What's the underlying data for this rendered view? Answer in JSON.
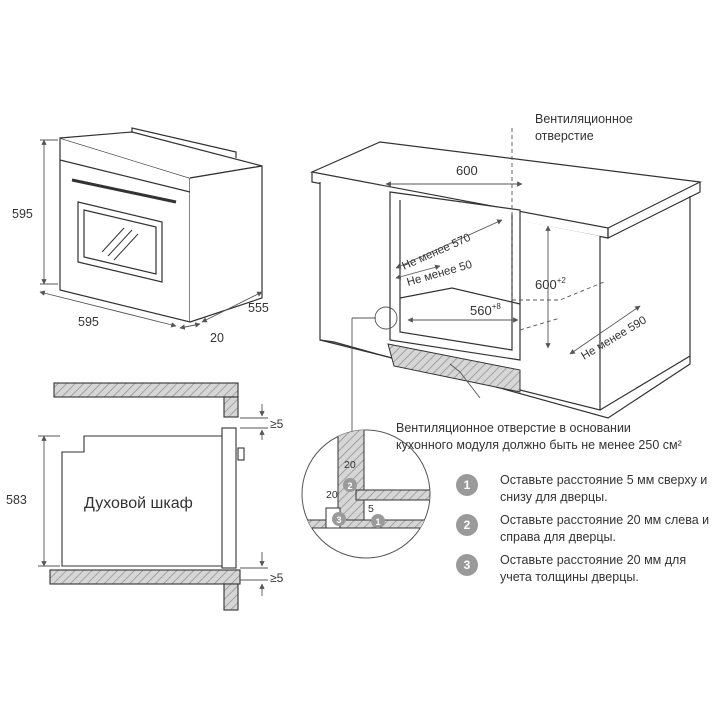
{
  "oven_dims": {
    "height": "595",
    "width": "595",
    "depth": "555",
    "door_gap": "20"
  },
  "cabinet": {
    "vent_label_line1": "Вентиляционное",
    "vent_label_line2": "отверстие",
    "width": "600",
    "min_570": "Не менее 570",
    "min_50": "Не менее 50",
    "height": "600",
    "height_tol": "+2",
    "inner_width": "560",
    "inner_width_tol": "+8",
    "min_590": "Не менее 590"
  },
  "section": {
    "height": "583",
    "label": "Духовой шкаф",
    "gap_top": "≥5",
    "gap_bottom": "≥5"
  },
  "detail": {
    "dim_20_top": "20",
    "dim_20_left": "20",
    "dim_5": "5",
    "badge_1": "1",
    "badge_2": "2",
    "badge_3": "3"
  },
  "base_vent_note": {
    "line1": "Вентиляционное отверстие в основании",
    "line2": "кухонного модуля должно быть не менее 250 см²"
  },
  "notes": [
    {
      "num": "1",
      "text": "Оставьте расстояние 5 мм сверху и снизу для дверцы."
    },
    {
      "num": "2",
      "text": "Оставьте расстояние 20 мм слева и справа для дверцы."
    },
    {
      "num": "3",
      "text": "Оставьте расстояние 20 мм для учета толщины дверцы."
    }
  ]
}
